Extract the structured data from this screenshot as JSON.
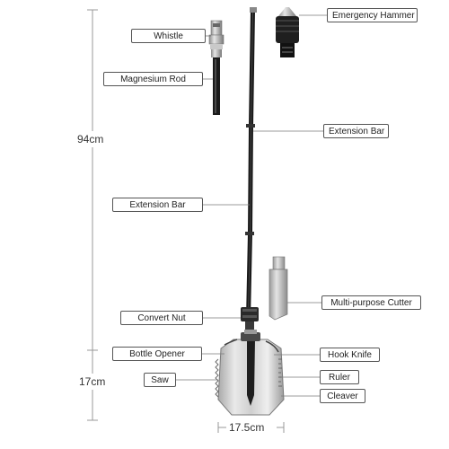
{
  "dimensions": {
    "total_length": "94cm",
    "head_length": "17cm",
    "head_width": "17.5cm"
  },
  "labels": {
    "whistle": "Whistle",
    "magnesium_rod": "Magnesium Rod",
    "emergency_hammer": "Emergency Hammer",
    "extension_bar_right": "Extension Bar",
    "extension_bar_left": "Extension Bar",
    "multi_purpose_cutter": "Multi-purpose Cutter",
    "convert_nut": "Convert Nut",
    "bottle_opener": "Bottle Opener",
    "hook_knife": "Hook Knife",
    "saw": "Saw",
    "ruler": "Ruler",
    "cleaver": "Cleaver"
  }
}
